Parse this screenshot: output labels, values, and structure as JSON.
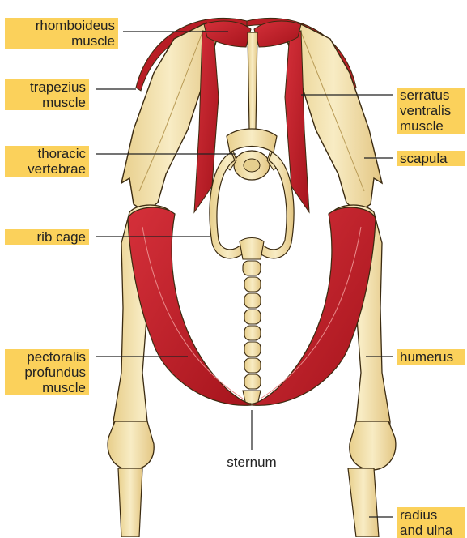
{
  "labels": {
    "rhomboideus": [
      "rhomboideus",
      "muscle"
    ],
    "trapezius": [
      "trapezius",
      "muscle"
    ],
    "thoracic": [
      "thoracic",
      "vertebrae"
    ],
    "rib_cage": [
      "rib cage"
    ],
    "pectoralis": [
      "pectoralis",
      "profundus",
      "muscle"
    ],
    "serratus": [
      "serratus",
      "ventralis",
      "muscle"
    ],
    "scapula": [
      "scapula"
    ],
    "humerus": [
      "humerus"
    ],
    "radius_ulna": [
      "radius",
      "and ulna"
    ],
    "sternum": [
      "sternum"
    ]
  },
  "colors": {
    "bone": "#f5e4b3",
    "bone_shadow": "#d9c07a",
    "muscle": "#c8232b",
    "muscle_dark": "#8f1016",
    "outline": "#3a2a10",
    "highlight": "#fbd15b",
    "leader": "#222222"
  }
}
